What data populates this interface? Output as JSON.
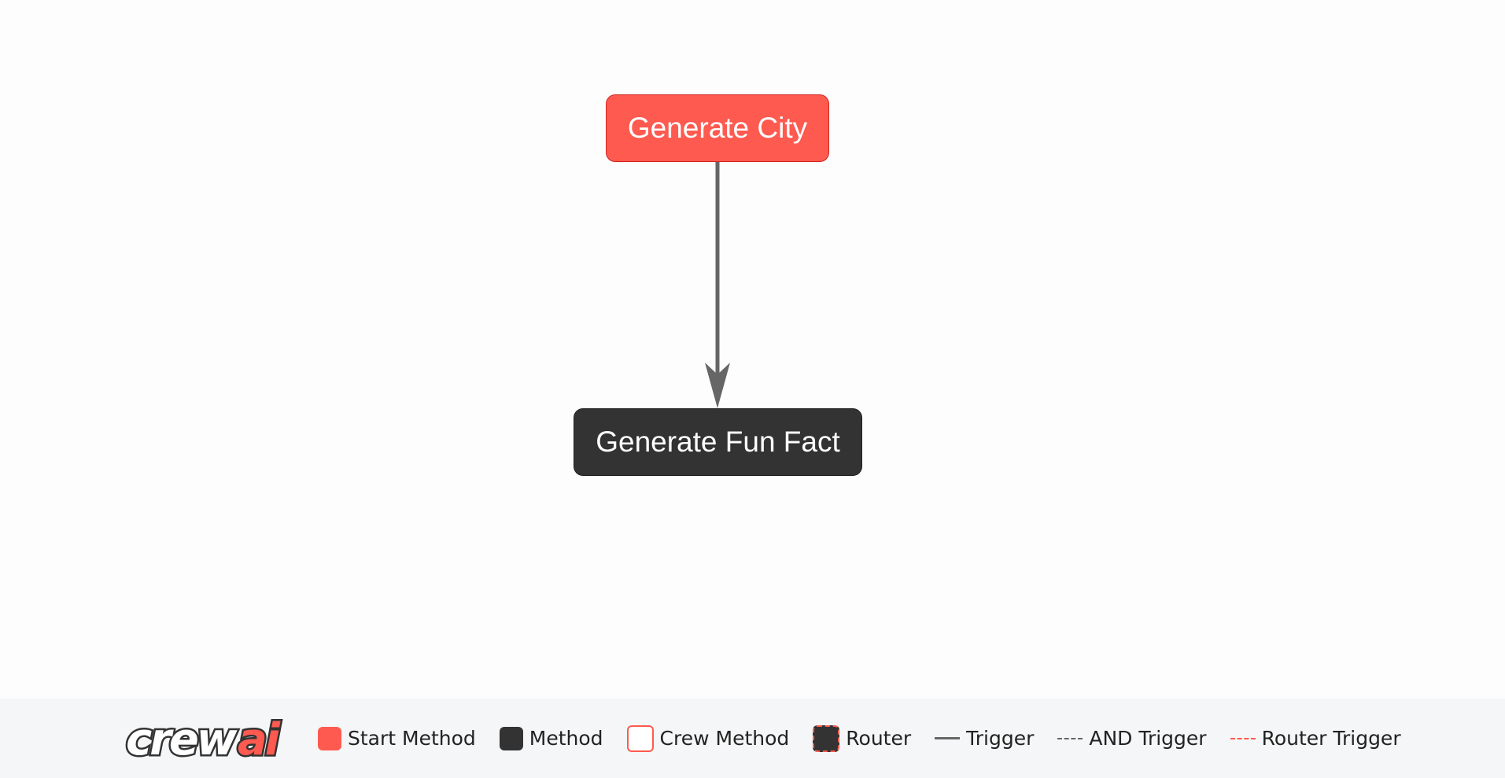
{
  "diagram": {
    "nodes": [
      {
        "id": "generate_city",
        "label": "Generate City",
        "kind": "start-method"
      },
      {
        "id": "generate_fun_fact",
        "label": "Generate Fun Fact",
        "kind": "method"
      }
    ],
    "edges": [
      {
        "from": "generate_city",
        "to": "generate_fun_fact",
        "kind": "trigger"
      }
    ]
  },
  "legend": {
    "logo_text": "crewai",
    "items": [
      {
        "label": "Start Method"
      },
      {
        "label": "Method"
      },
      {
        "label": "Crew Method"
      },
      {
        "label": "Router"
      },
      {
        "label": "Trigger"
      },
      {
        "label": "AND Trigger"
      },
      {
        "label": "Router Trigger"
      }
    ]
  },
  "colors": {
    "start_method": "#ff5a50",
    "method": "#333333",
    "edge": "#666666",
    "legend_bg": "#f5f6f7",
    "canvas_bg": "#fdfdfd"
  }
}
